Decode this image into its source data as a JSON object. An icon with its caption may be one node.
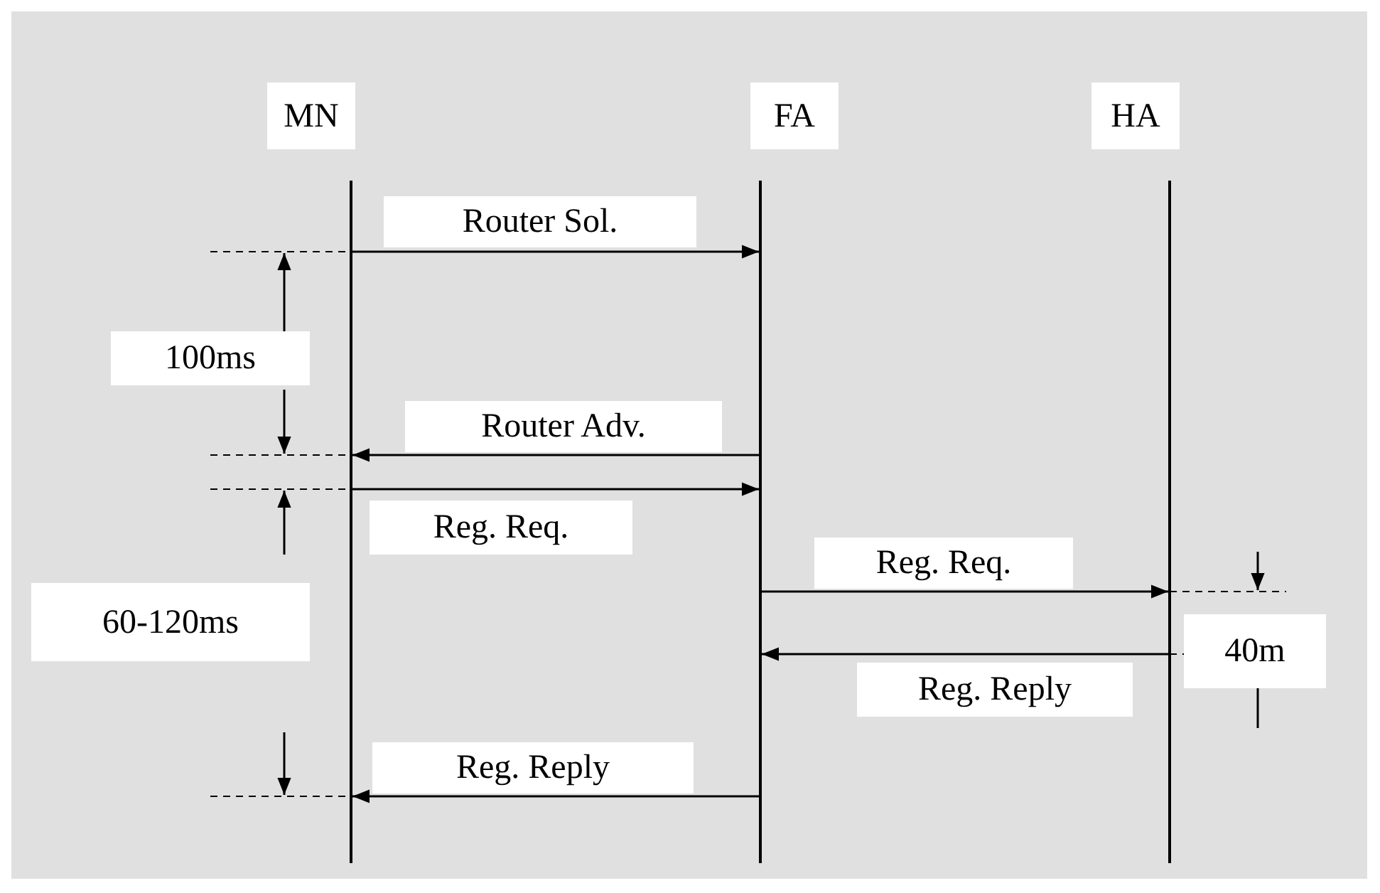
{
  "diagram": {
    "nodes": [
      {
        "text": [
          "MN"
        ]
      },
      {
        "text": [
          "FA"
        ]
      },
      {
        "text": [
          "HA"
        ]
      }
    ],
    "edges": [
      {
        "from": 0,
        "to": 1,
        "arrow": "to",
        "label": "Router Sol."
      },
      {
        "from": 1,
        "to": 0,
        "arrow": "to",
        "label": "Router Adv."
      },
      {
        "from": 0,
        "to": 1,
        "arrow": "to",
        "label": "Reg. Req."
      },
      {
        "from": 1,
        "to": 2,
        "arrow": "to",
        "label": "Reg. Req."
      },
      {
        "from": 2,
        "to": 1,
        "arrow": "to",
        "label": "Reg. Reply"
      },
      {
        "from": 1,
        "to": 0,
        "arrow": "to",
        "label": "Reg. Reply"
      }
    ],
    "labels": [
      "100ms",
      "60-120ms",
      "40m"
    ]
  }
}
